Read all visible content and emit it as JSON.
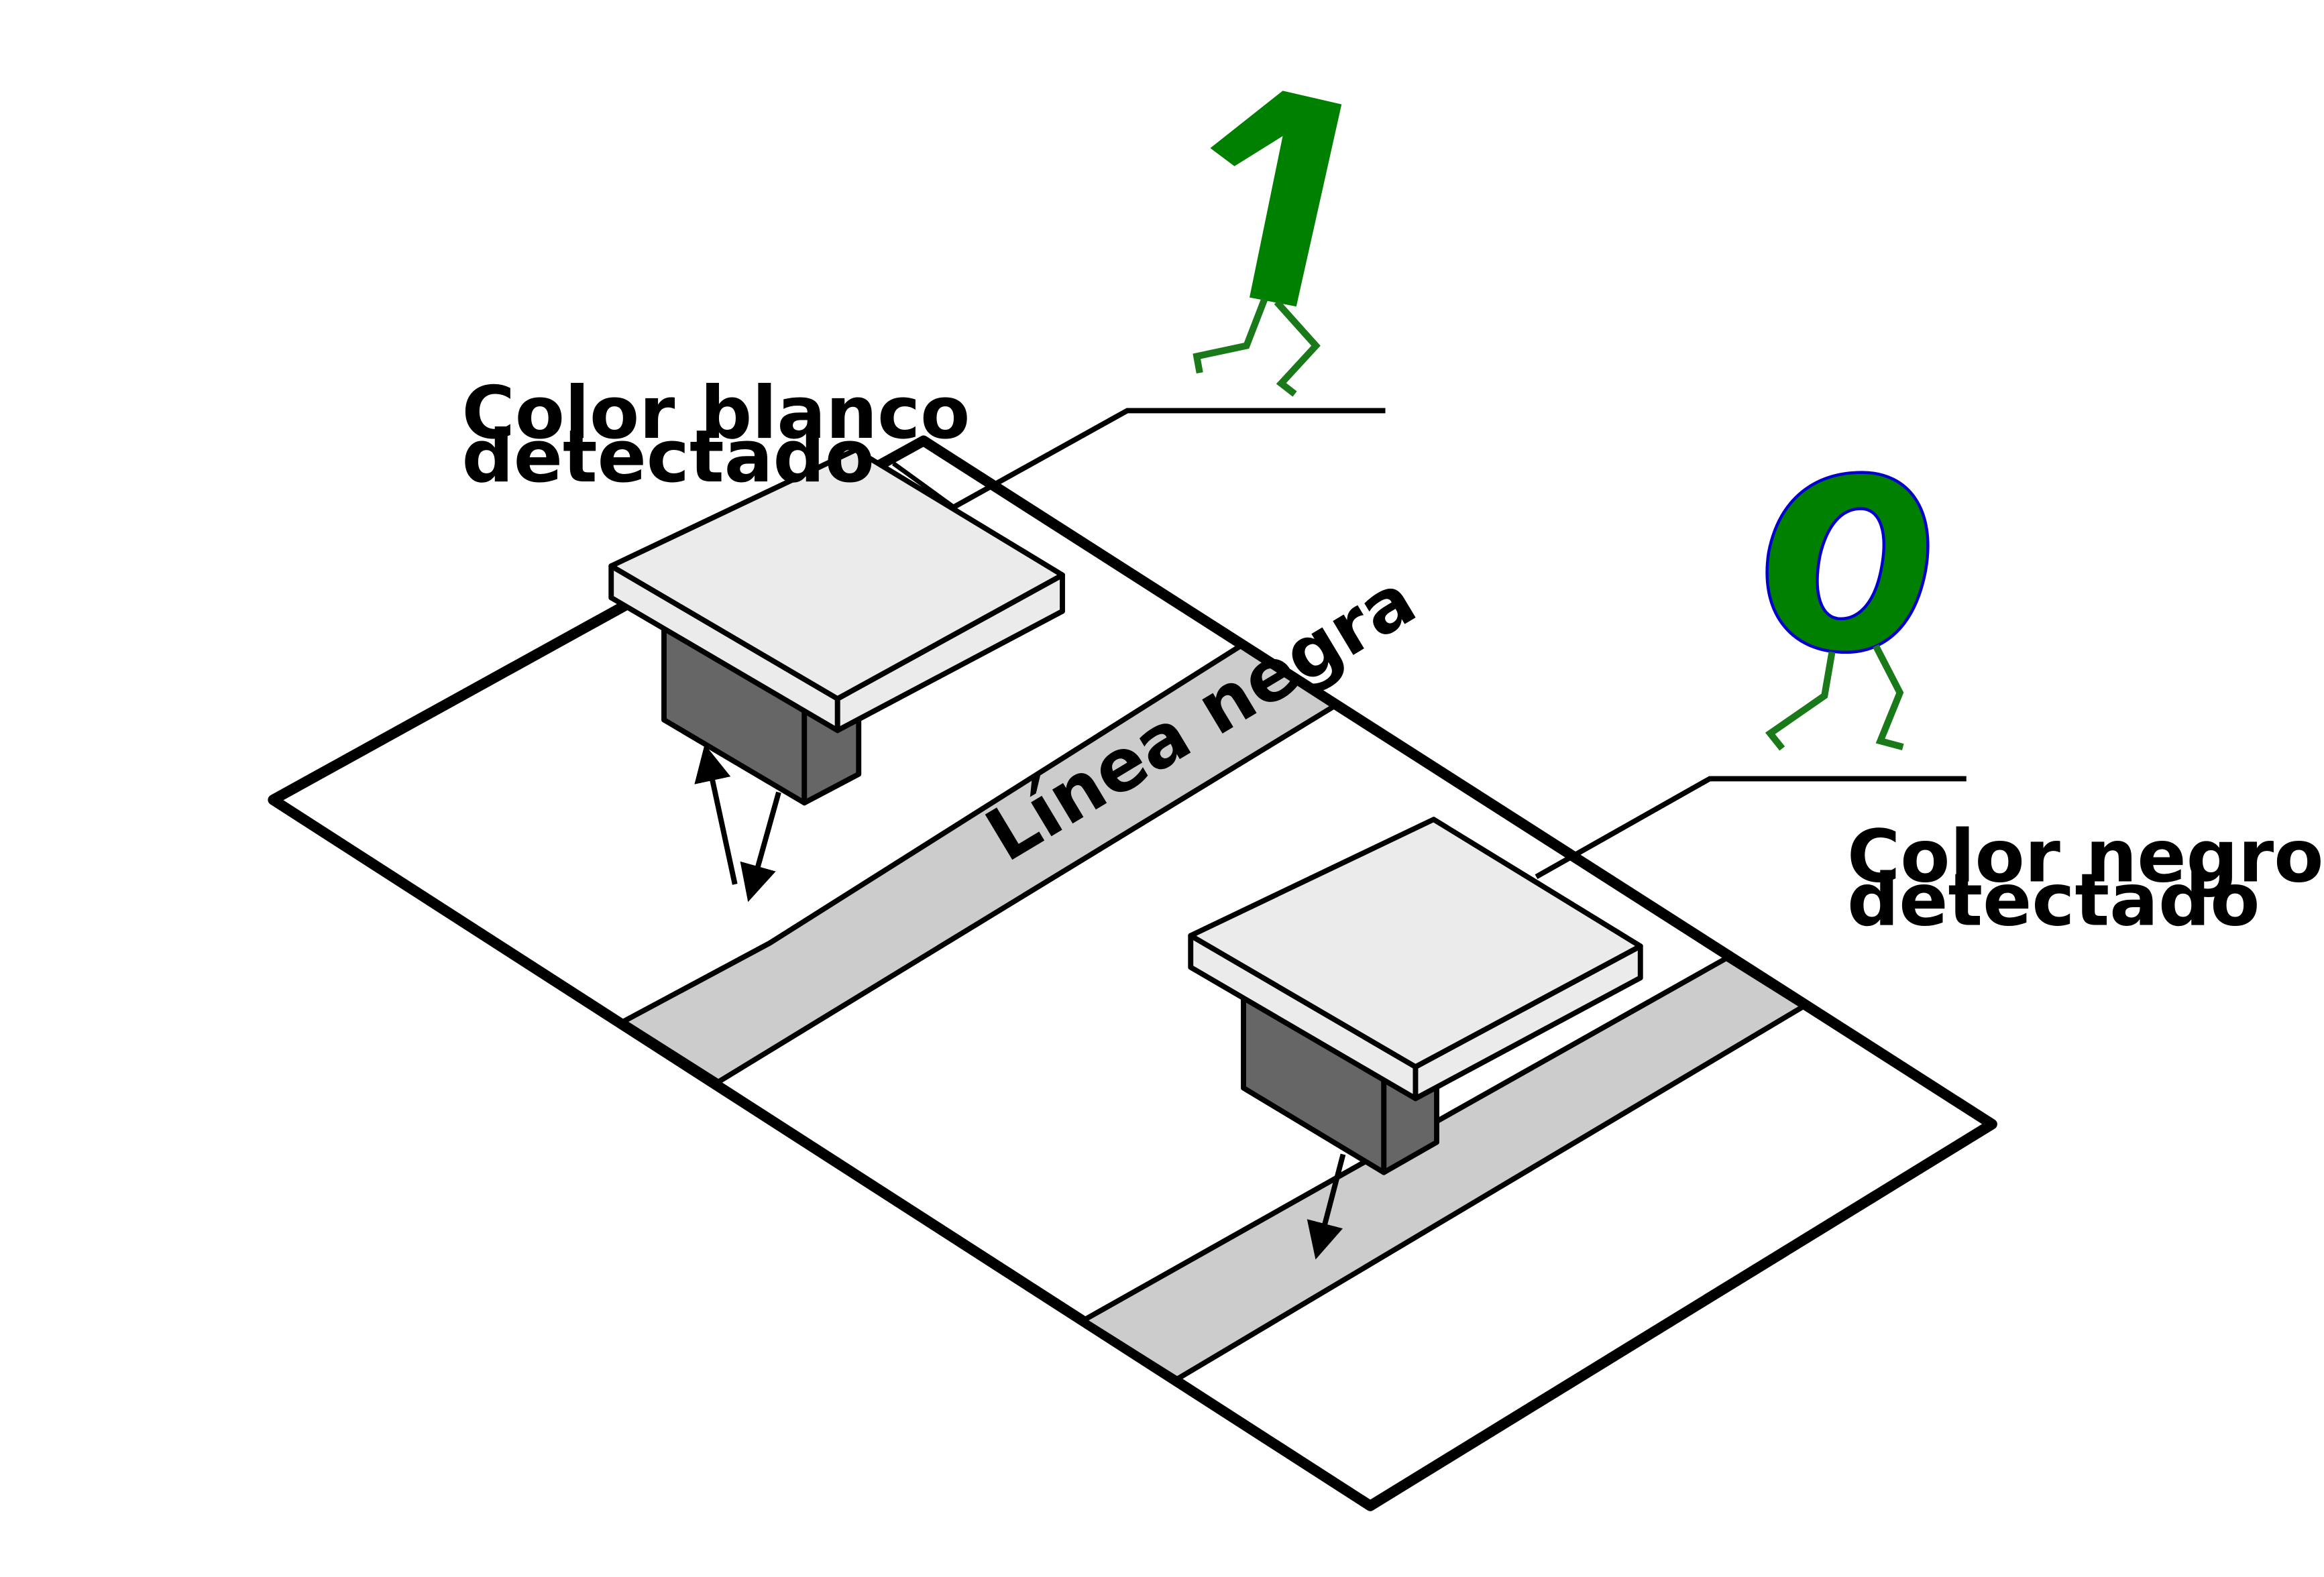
{
  "labels": {
    "white_detected": [
      "Color blanco",
      "detectado"
    ],
    "black_detected": [
      "Color negro",
      "detectado"
    ],
    "black_line": "Línea negra"
  },
  "digits": {
    "white": "1",
    "black": "0"
  },
  "colors": {
    "surface": "#ffffff",
    "outline": "#000000",
    "black_line_fill": "#cccccc",
    "sensor_top": "#ebebeb",
    "sensor_body": "#666666",
    "digit_fill": "#008000",
    "digit_zero_outline": "#0000cc",
    "legs": "#1a7a1a"
  }
}
